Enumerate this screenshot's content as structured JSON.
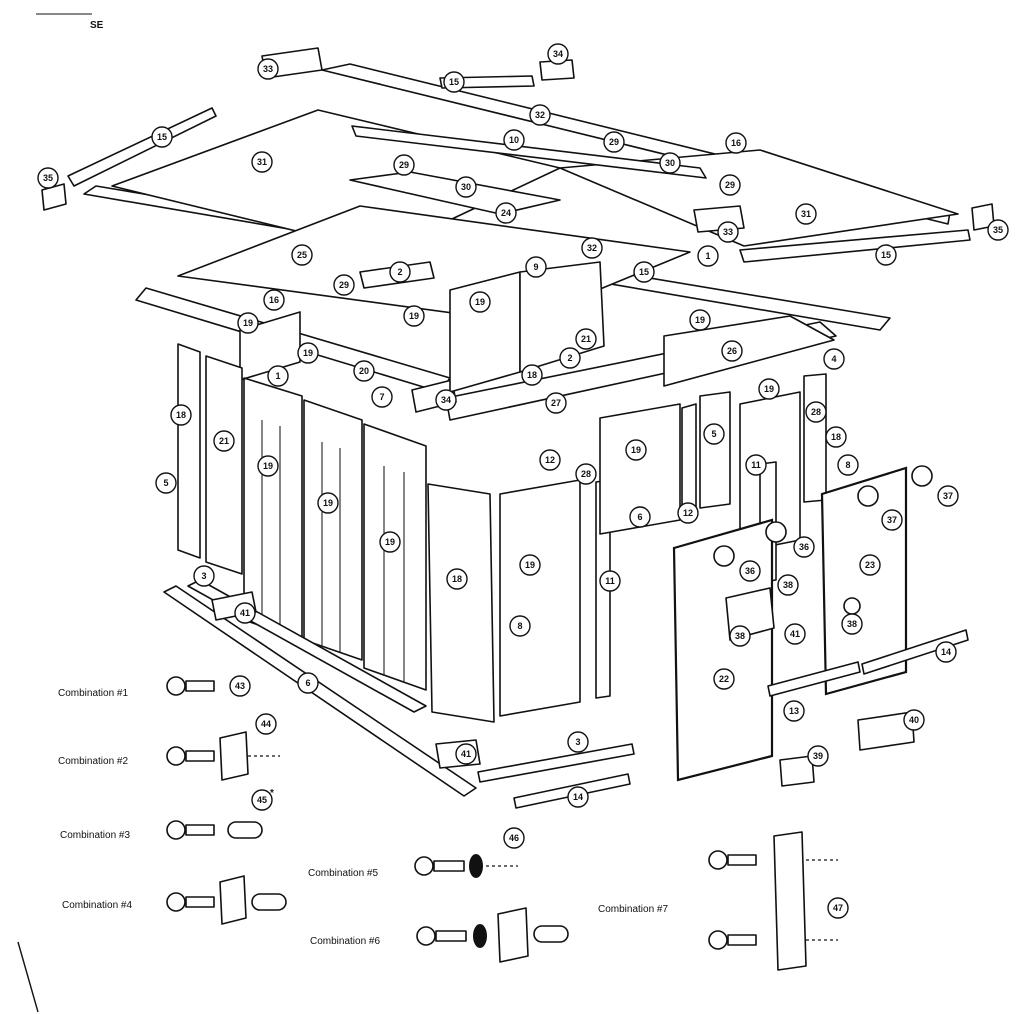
{
  "corner_mark": "SE",
  "callouts": [
    {
      "n": "33"
    },
    {
      "n": "34"
    },
    {
      "n": "15"
    },
    {
      "n": "15"
    },
    {
      "n": "31"
    },
    {
      "n": "32"
    },
    {
      "n": "10"
    },
    {
      "n": "29"
    },
    {
      "n": "16"
    },
    {
      "n": "35"
    },
    {
      "n": "29"
    },
    {
      "n": "30"
    },
    {
      "n": "30"
    },
    {
      "n": "29"
    },
    {
      "n": "24"
    },
    {
      "n": "31"
    },
    {
      "n": "33"
    },
    {
      "n": "35"
    },
    {
      "n": "25"
    },
    {
      "n": "2"
    },
    {
      "n": "9"
    },
    {
      "n": "32"
    },
    {
      "n": "1"
    },
    {
      "n": "15"
    },
    {
      "n": "15"
    },
    {
      "n": "29"
    },
    {
      "n": "16"
    },
    {
      "n": "19"
    },
    {
      "n": "19"
    },
    {
      "n": "19"
    },
    {
      "n": "19"
    },
    {
      "n": "21"
    },
    {
      "n": "2"
    },
    {
      "n": "26"
    },
    {
      "n": "4"
    },
    {
      "n": "19"
    },
    {
      "n": "20"
    },
    {
      "n": "18"
    },
    {
      "n": "1"
    },
    {
      "n": "7"
    },
    {
      "n": "34"
    },
    {
      "n": "27"
    },
    {
      "n": "19"
    },
    {
      "n": "28"
    },
    {
      "n": "18"
    },
    {
      "n": "21"
    },
    {
      "n": "5"
    },
    {
      "n": "11"
    },
    {
      "n": "18"
    },
    {
      "n": "5"
    },
    {
      "n": "19"
    },
    {
      "n": "19"
    },
    {
      "n": "19"
    },
    {
      "n": "12"
    },
    {
      "n": "28"
    },
    {
      "n": "19"
    },
    {
      "n": "8"
    },
    {
      "n": "37"
    },
    {
      "n": "6"
    },
    {
      "n": "12"
    },
    {
      "n": "37"
    },
    {
      "n": "36"
    },
    {
      "n": "18"
    },
    {
      "n": "19"
    },
    {
      "n": "23"
    },
    {
      "n": "36"
    },
    {
      "n": "38"
    },
    {
      "n": "3"
    },
    {
      "n": "41"
    },
    {
      "n": "8"
    },
    {
      "n": "11"
    },
    {
      "n": "38"
    },
    {
      "n": "41"
    },
    {
      "n": "38"
    },
    {
      "n": "14"
    },
    {
      "n": "6"
    },
    {
      "n": "22"
    },
    {
      "n": "13"
    },
    {
      "n": "40"
    },
    {
      "n": "43"
    },
    {
      "n": "44"
    },
    {
      "n": "3"
    },
    {
      "n": "41"
    },
    {
      "n": "39"
    },
    {
      "n": "14"
    },
    {
      "n": "45"
    },
    {
      "n": "46"
    },
    {
      "n": "47"
    }
  ],
  "footnote_mark": "*",
  "combinations": [
    {
      "label": "Combination #1"
    },
    {
      "label": "Combination #2"
    },
    {
      "label": "Combination #3"
    },
    {
      "label": "Combination #4"
    },
    {
      "label": "Combination #5"
    },
    {
      "label": "Combination #6"
    },
    {
      "label": "Combination #7"
    }
  ]
}
